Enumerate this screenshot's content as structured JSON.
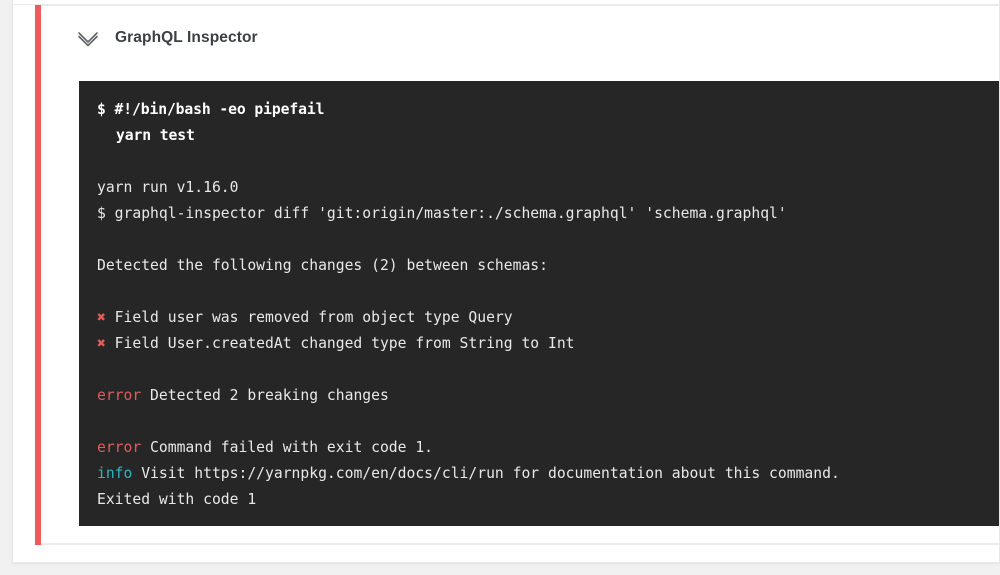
{
  "window": {
    "background_color": "#f1f1f1",
    "sheet_color": "#ffffff"
  },
  "job_card": {
    "accent_color": "#ef5a5a",
    "toggle_icon": "chevron-down-icon",
    "title": "GraphQL Inspector"
  },
  "terminal": {
    "background_color": "#262626",
    "text_color": "#e8e8e8",
    "error_color": "#e35b5b",
    "info_color": "#2ab8c4",
    "lines": [
      {
        "id": "l1",
        "kind": "bold",
        "text": "$ #!/bin/bash -eo pipefail"
      },
      {
        "id": "l2",
        "kind": "bold-indent",
        "text": "yarn test"
      },
      {
        "id": "l3",
        "kind": "blank",
        "text": ""
      },
      {
        "id": "l4",
        "kind": "plain",
        "text": "yarn run v1.16.0"
      },
      {
        "id": "l5",
        "kind": "plain",
        "text": "$ graphql-inspector diff 'git:origin/master:./schema.graphql' 'schema.graphql'"
      },
      {
        "id": "l6",
        "kind": "blank",
        "text": ""
      },
      {
        "id": "l7",
        "kind": "plain",
        "text": "Detected the following changes (2) between schemas:"
      },
      {
        "id": "l8",
        "kind": "blank",
        "text": ""
      },
      {
        "id": "l9",
        "kind": "cross",
        "marker": "✖",
        "text": " Field user was removed from object type Query"
      },
      {
        "id": "l10",
        "kind": "cross",
        "marker": "✖",
        "text": " Field User.createdAt changed type from String to Int"
      },
      {
        "id": "l11",
        "kind": "blank",
        "text": ""
      },
      {
        "id": "l12",
        "kind": "tagged",
        "tag": "error",
        "tag_color": "error",
        "text": " Detected 2 breaking changes"
      },
      {
        "id": "l13",
        "kind": "blank",
        "text": ""
      },
      {
        "id": "l14",
        "kind": "tagged",
        "tag": "error",
        "tag_color": "error",
        "text": " Command failed with exit code 1."
      },
      {
        "id": "l15",
        "kind": "tagged",
        "tag": "info",
        "tag_color": "info",
        "text": " Visit https://yarnpkg.com/en/docs/cli/run for documentation about this command."
      },
      {
        "id": "l16",
        "kind": "plain",
        "text": "Exited with code 1"
      }
    ]
  }
}
